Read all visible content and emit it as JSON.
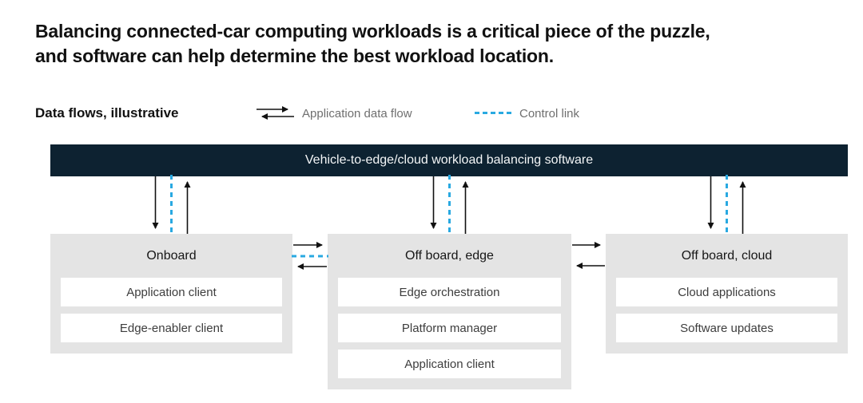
{
  "title": {
    "line1": "Balancing connected-car computing workloads is a critical piece of the puzzle,",
    "line2": "and software can help determine the best workload location."
  },
  "legend": {
    "title": "Data flows, illustrative",
    "app_flow_label": "Application data flow",
    "control_link_label": "Control link"
  },
  "bar": {
    "label": "Vehicle-to-edge/cloud workload balancing software"
  },
  "nodes": [
    {
      "id": "onboard",
      "title": "Onboard",
      "children": [
        "Application client",
        "Edge-enabler client"
      ]
    },
    {
      "id": "offboard-edge",
      "title": "Off board, edge",
      "children": [
        "Edge orchestration",
        "Platform manager",
        "Application client"
      ]
    },
    {
      "id": "offboard-cloud",
      "title": "Off board, cloud",
      "children": [
        "Cloud applications",
        "Software updates"
      ]
    }
  ],
  "connections": [
    {
      "from": "balancing-software",
      "to": "onboard",
      "type": "application-data-flow",
      "bidirectional": true
    },
    {
      "from": "balancing-software",
      "to": "onboard",
      "type": "control-link"
    },
    {
      "from": "balancing-software",
      "to": "offboard-edge",
      "type": "application-data-flow",
      "bidirectional": true
    },
    {
      "from": "balancing-software",
      "to": "offboard-edge",
      "type": "control-link"
    },
    {
      "from": "balancing-software",
      "to": "offboard-cloud",
      "type": "application-data-flow",
      "bidirectional": true
    },
    {
      "from": "balancing-software",
      "to": "offboard-cloud",
      "type": "control-link"
    },
    {
      "from": "onboard",
      "to": "offboard-edge",
      "type": "application-data-flow",
      "bidirectional": true
    },
    {
      "from": "onboard",
      "to": "offboard-edge",
      "type": "control-link"
    },
    {
      "from": "offboard-edge",
      "to": "offboard-cloud",
      "type": "application-data-flow",
      "bidirectional": true
    }
  ],
  "colors": {
    "bar_navy": "#0d2231",
    "control_link_blue": "#29a9e1",
    "node_gray": "#e4e4e4",
    "legend_text_gray": "#6f6f6f"
  }
}
